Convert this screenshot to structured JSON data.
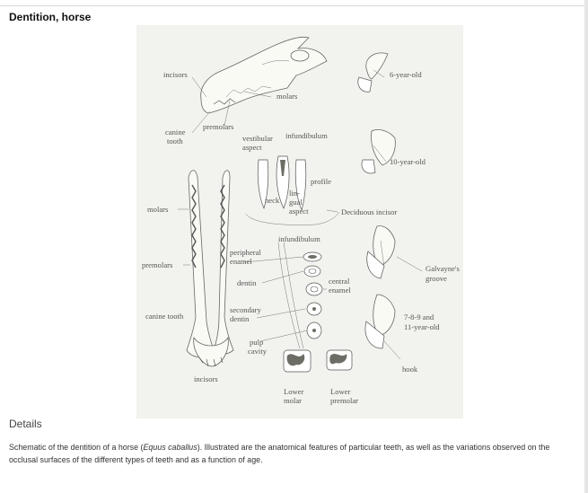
{
  "page": {
    "title": "Dentition, horse"
  },
  "figure": {
    "labels": {
      "incisors_top": "incisors",
      "molars_top": "molars",
      "premolars_top": "premolars",
      "canine_line1": "canine",
      "canine_line2": "tooth",
      "vestibular_line1": "vestibular",
      "vestibular_line2": "aspect",
      "infundibulum_top": "infundibulum",
      "profile": "profile",
      "neck": "neck",
      "lingual_line1": "lin-",
      "lingual_line2": "gual",
      "lingual_line3": "aspect",
      "deciduous_incisor": "Deciduous incisor",
      "molars_jaw": "molars",
      "premolars_jaw": "premolars",
      "canine_jaw": "canine tooth",
      "incisors_jaw": "incisors",
      "infundibulum_mid": "infundibulum",
      "peripheral_line1": "peripheral",
      "peripheral_line2": "enamel",
      "dentin": "dentin",
      "central_line1": "central",
      "central_line2": "enamel",
      "secondary_line1": "secondary",
      "secondary_line2": "dentin",
      "pulp_line1": "pulp",
      "pulp_line2": "cavity",
      "lower_molar_line1": "Lower",
      "lower_molar_line2": "molar",
      "lower_premolar_line1": "Lower",
      "lower_premolar_line2": "premolar",
      "six_year": "6-year-old",
      "ten_year": "10-year-old",
      "galvayne_line1": "Galvayne's",
      "galvayne_line2": "groove",
      "age_line1": "7-8-9 and",
      "age_line2": "11-year-old",
      "hook": "hook"
    }
  },
  "details": {
    "heading": "Details",
    "text_before": "Schematic of the dentition of a horse (",
    "species": "Equus caballus",
    "text_after": "). Illustrated are the anatomical features of particular teeth, as well as the variations observed on the occlusal surfaces of the different types of teeth and as a function of age."
  }
}
